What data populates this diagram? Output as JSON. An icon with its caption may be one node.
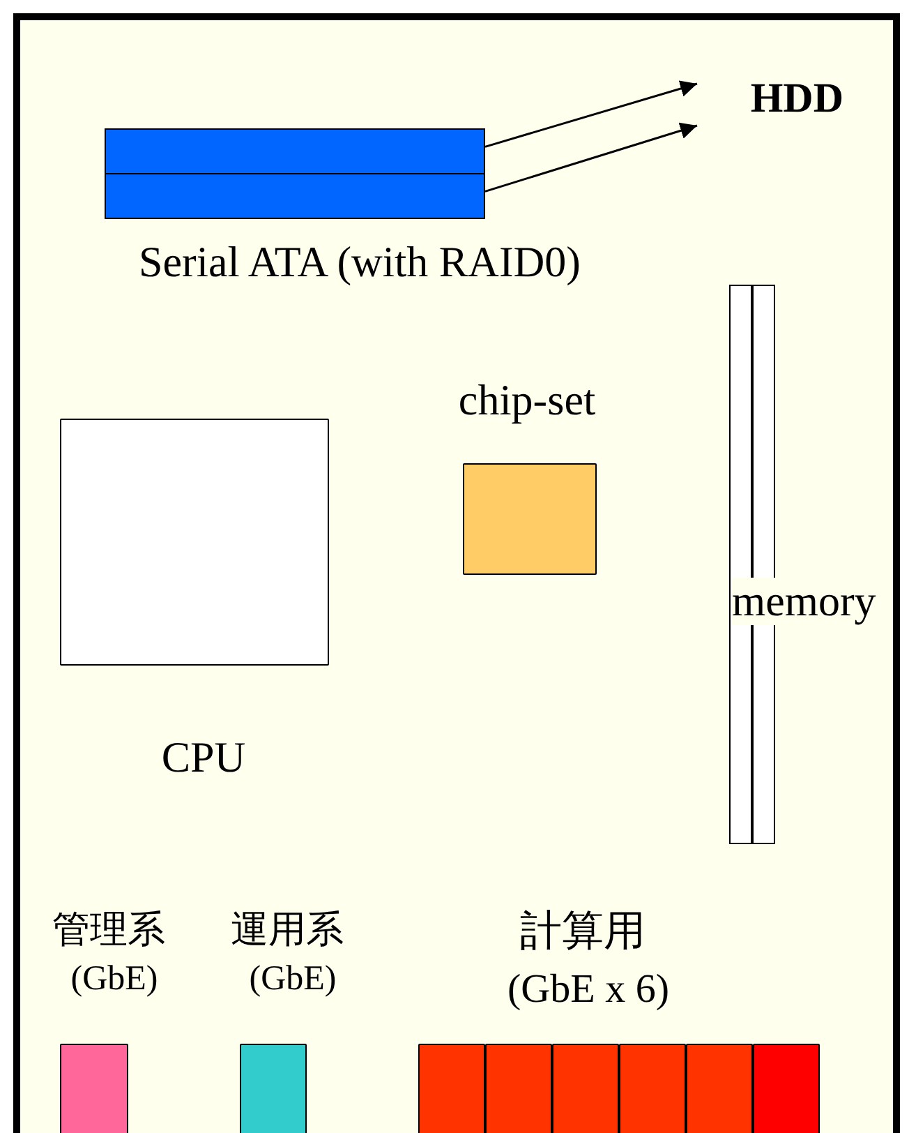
{
  "diagram": {
    "nodes": [
      {
        "text": [],
        "shape": "bar"
      },
      {
        "text": [],
        "shape": "bar"
      },
      {
        "text": [
          "HDD"
        ]
      },
      {
        "text": [],
        "shape": "box",
        "beside": [
          "CPU"
        ]
      },
      {
        "text": [],
        "shape": "box",
        "beside": [
          "chip-set"
        ]
      },
      {
        "text": [],
        "shape": "bar",
        "beside": [
          "memory"
        ]
      },
      {
        "text": [],
        "shape": "box"
      },
      {
        "text": [],
        "shape": "box"
      },
      {
        "text": [],
        "shape": "box"
      },
      {
        "text": [],
        "shape": "box"
      },
      {
        "text": [],
        "shape": "box"
      },
      {
        "text": [],
        "shape": "box"
      },
      {
        "text": [],
        "shape": "box"
      },
      {
        "text": [],
        "shape": "box"
      }
    ],
    "edges": [
      {
        "from": 0,
        "to": 2,
        "arrow": "to"
      },
      {
        "from": 1,
        "to": 2,
        "arrow": "to"
      }
    ],
    "labels": [
      "Serial ATA (with RAID0)",
      "管理系",
      "(GbE)",
      "運用系",
      "(GbE)",
      "計算用",
      "(GbE x 6)"
    ]
  }
}
